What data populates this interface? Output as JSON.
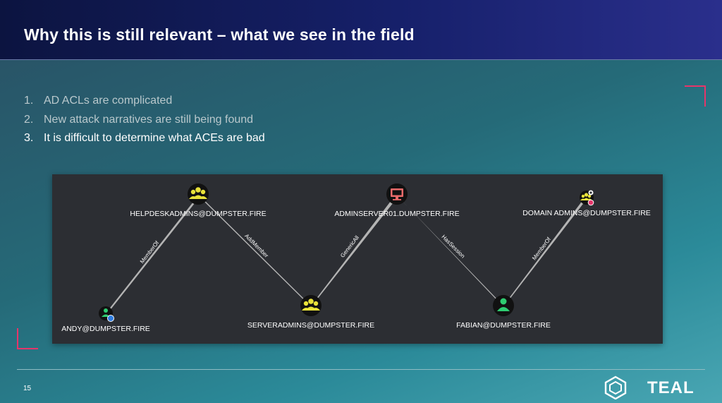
{
  "slide": {
    "title": "Why this is still relevant – what we see in the field",
    "page_number": "15"
  },
  "points": [
    {
      "num": "1.",
      "text": "AD ACLs are complicated"
    },
    {
      "num": "2.",
      "text": "New attack narratives are still being found"
    },
    {
      "num": "3.",
      "text": "It is difficult to determine what ACEs are bad"
    }
  ],
  "graph": {
    "nodes": {
      "andy": "ANDY@DUMPSTER.FIRE",
      "helpdesk": "HELPDESKADMINS@DUMPSTER.FIRE",
      "serveradmins": "SERVERADMINS@DUMPSTER.FIRE",
      "adminserver": "ADMINSERVER01.DUMPSTER.FIRE",
      "fabian": "FABIAN@DUMPSTER.FIRE",
      "domainadmins": "DOMAIN ADMINS@DUMPSTER.FIRE"
    },
    "edges": {
      "e1": "MemberOf",
      "e2": "AddMember",
      "e3": "GenericAll",
      "e4": "HasSession",
      "e5": "MemberOf"
    },
    "colors": {
      "group": "#e8e23a",
      "computer": "#e86a6a",
      "user": "#2ecc71",
      "edge": "#b4b4b4"
    }
  },
  "brand": {
    "logo_text": "TEAL",
    "accent": "#e6356a"
  }
}
